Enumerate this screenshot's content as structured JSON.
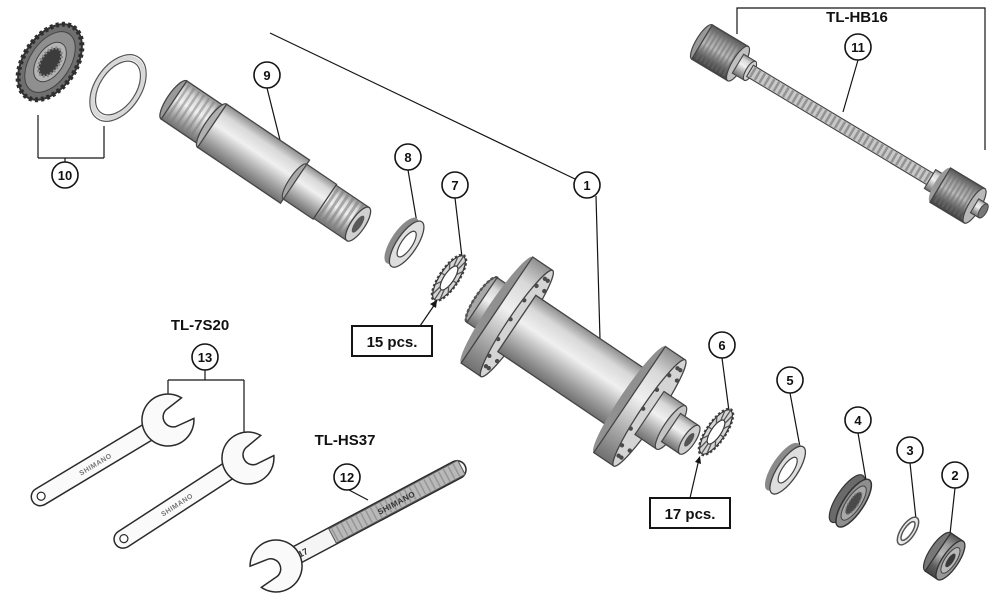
{
  "diagram": {
    "labels": {
      "tl_hb16": "TL-HB16",
      "tl_7s20": "TL-7S20",
      "tl_hs37": "TL-HS37",
      "qty_15": "15 pcs.",
      "qty_17": "17 pcs.",
      "brand": "SHIMANO",
      "size_17": "17"
    },
    "callouts": {
      "c1": "1",
      "c2": "2",
      "c3": "3",
      "c4": "4",
      "c5": "5",
      "c6": "6",
      "c7": "7",
      "c8": "8",
      "c9": "9",
      "c10": "10",
      "c11": "11",
      "c12": "12",
      "c13": "13"
    },
    "colors": {
      "line": "#141414",
      "background": "#ffffff",
      "metal_light": "#f0f0f0",
      "metal_dark": "#555555"
    }
  }
}
